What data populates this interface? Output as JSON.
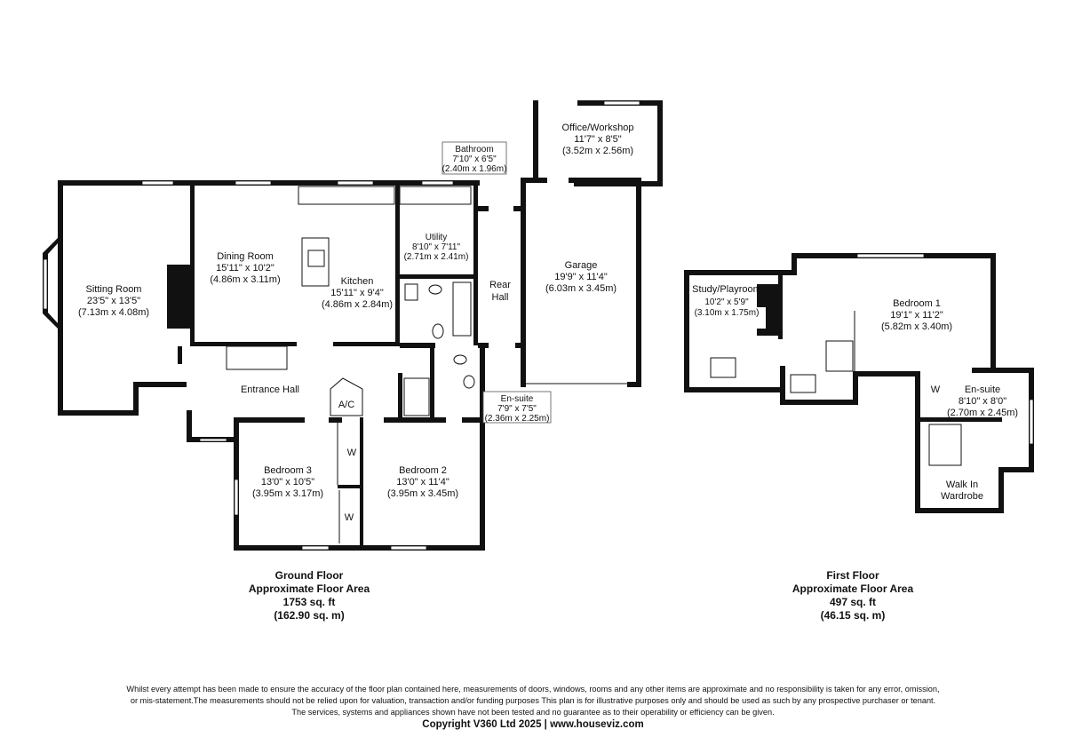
{
  "rooms": {
    "office": {
      "name": "Office/Workshop",
      "dim_imp": "11'7\" x 8'5\"",
      "dim_met": "(3.52m x 2.56m)"
    },
    "bathroom": {
      "name": "Bathroom",
      "dim_imp": "7'10\" x 6'5\"",
      "dim_met": "(2.40m x 1.96m)"
    },
    "utility": {
      "name": "Utility",
      "dim_imp": "8'10\" x 7'11\"",
      "dim_met": "(2.71m x 2.41m)"
    },
    "garage": {
      "name": "Garage",
      "dim_imp": "19'9\" x 11'4\"",
      "dim_met": "(6.03m x 3.45m)"
    },
    "rear_hall_1": "Rear",
    "rear_hall_2": "Hall",
    "dining": {
      "name": "Dining Room",
      "dim_imp": "15'11\" x 10'2\"",
      "dim_met": "(4.86m x 3.11m)"
    },
    "kitchen": {
      "name": "Kitchen",
      "dim_imp": "15'11\" x 9'4\"",
      "dim_met": "(4.86m x 2.84m)"
    },
    "sitting": {
      "name": "Sitting Room",
      "dim_imp": "23'5\" x 13'5\"",
      "dim_met": "(7.13m x 4.08m)"
    },
    "entrance": {
      "name": "Entrance Hall"
    },
    "ac": "A/C",
    "ensuite_g": {
      "name": "En-suite",
      "dim_imp": "7'9\" x 7'5\"",
      "dim_met": "(2.36m x 2.25m)"
    },
    "bedroom3": {
      "name": "Bedroom 3",
      "dim_imp": "13'0\" x 10'5\"",
      "dim_met": "(3.95m x 3.17m)"
    },
    "bedroom2": {
      "name": "Bedroom 2",
      "dim_imp": "13'0\" x 11'4\"",
      "dim_met": "(3.95m x 3.45m)"
    },
    "wardrobe_w": "W",
    "study": {
      "name": "Study/Playroom",
      "dim_imp": "10'2\" x 5'9\"",
      "dim_met": "(3.10m x 1.75m)"
    },
    "bedroom1": {
      "name": "Bedroom 1",
      "dim_imp": "19'1\" x 11'2\"",
      "dim_met": "(5.82m x 3.40m)"
    },
    "ensuite_f": {
      "name": "En-suite",
      "dim_imp": "8'10\" x 8'0\"",
      "dim_met": "(2.70m x 2.45m)"
    },
    "walkin_1": "Walk In",
    "walkin_2": "Wardrobe"
  },
  "ground_floor": {
    "line1": "Ground Floor",
    "line2": "Approximate Floor Area",
    "line3": "1753 sq. ft",
    "line4": "(162.90 sq. m)"
  },
  "first_floor": {
    "line1": "First Floor",
    "line2": "Approximate Floor Area",
    "line3": "497 sq. ft",
    "line4": "(46.15 sq. m)"
  },
  "disclaimer": {
    "line1": "Whilst every attempt has been made to ensure the accuracy of the floor plan contained here, measurements of doors, windows, rooms and any other items are approximate and no responsibility is taken for any error, omission,",
    "line2": "or mis-statement.The measurements should not be relied upon for valuation, transaction and/or funding purposes This plan is for illustrative purposes only and should be used as such by any prospective purchaser or tenant.",
    "line3": "The services, systems and appliances shown have not been tested and no guarantee as to their operability or efficiency can be given."
  },
  "copyright": "Copyright V360 Ltd 2025 | www.houseviz.com",
  "colors": {
    "wall": "#111111",
    "background": "#ffffff"
  }
}
